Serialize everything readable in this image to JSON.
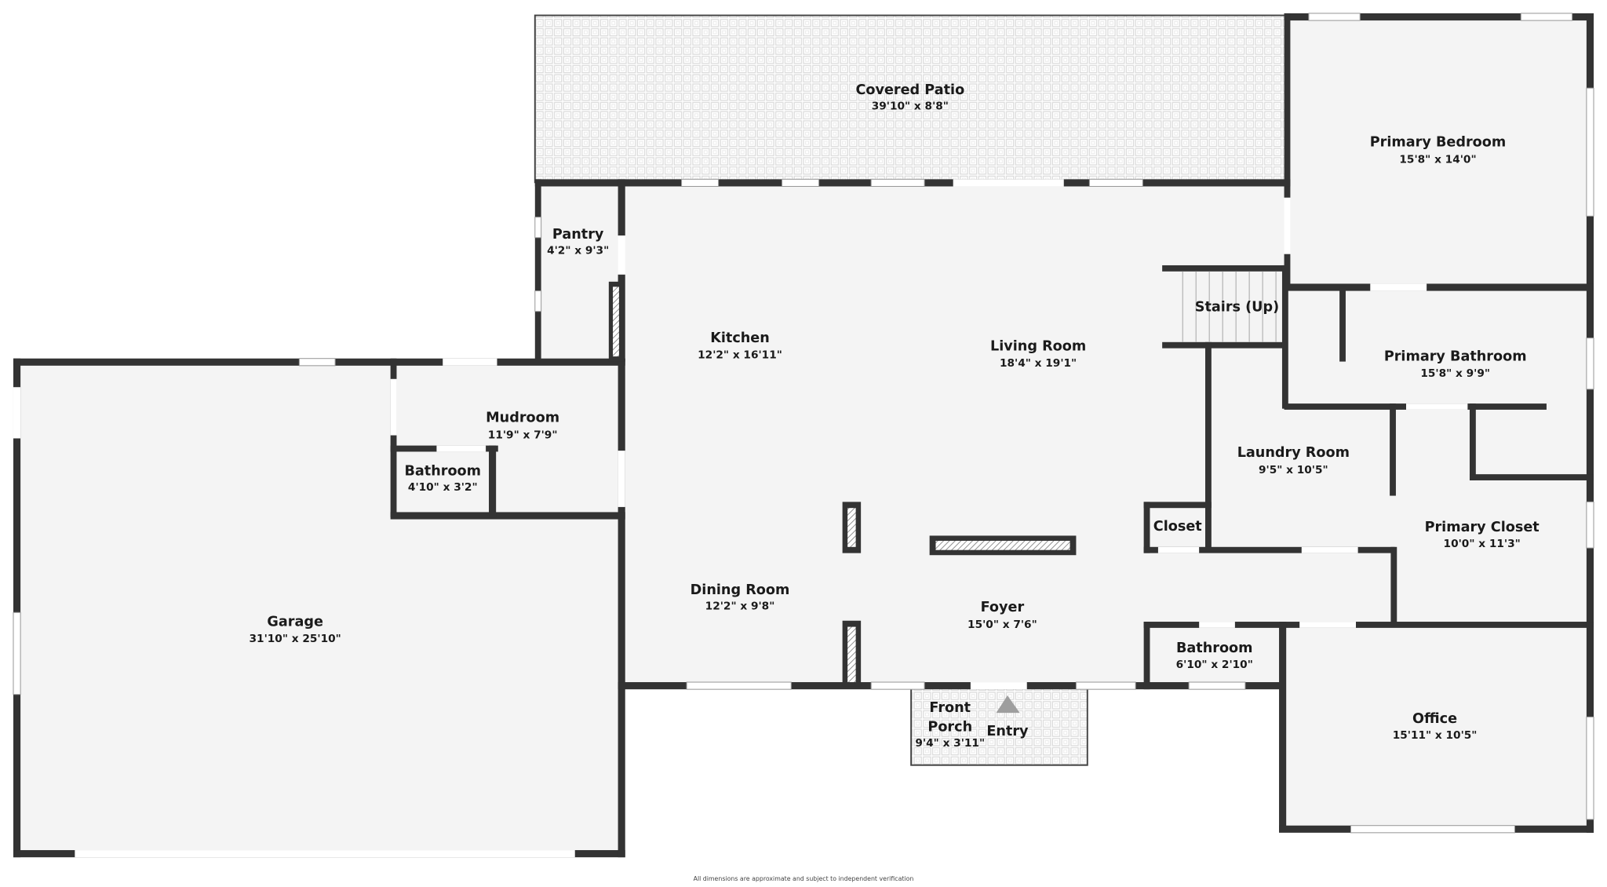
{
  "plan": {
    "colors": {
      "wall": "#333333",
      "floor": "#f4f4f4",
      "background": "#ffffff",
      "entry_arrow": "#9e9e9e"
    },
    "rooms": [
      {
        "id": "covered_patio",
        "name": "Covered Patio",
        "dims": "39'10\" x 8'8\""
      },
      {
        "id": "primary_bedroom",
        "name": "Primary Bedroom",
        "dims": "15'8\" x 14'0\""
      },
      {
        "id": "pantry",
        "name": "Pantry",
        "dims": "4'2\" x 9'3\""
      },
      {
        "id": "kitchen",
        "name": "Kitchen",
        "dims": "12'2\" x 16'11\""
      },
      {
        "id": "living_room",
        "name": "Living Room",
        "dims": "18'4\" x 19'1\""
      },
      {
        "id": "stairs",
        "name": "Stairs (Up)",
        "dims": ""
      },
      {
        "id": "primary_bathroom",
        "name": "Primary Bathroom",
        "dims": "15'8\" x 9'9\""
      },
      {
        "id": "mudroom",
        "name": "Mudroom",
        "dims": "11'9\" x 7'9\""
      },
      {
        "id": "bathroom_mud",
        "name": "Bathroom",
        "dims": "4'10\" x 3'2\""
      },
      {
        "id": "laundry_room",
        "name": "Laundry Room",
        "dims": "9'5\" x 10'5\""
      },
      {
        "id": "closet",
        "name": "Closet",
        "dims": ""
      },
      {
        "id": "primary_closet",
        "name": "Primary Closet",
        "dims": "10'0\" x 11'3\""
      },
      {
        "id": "garage",
        "name": "Garage",
        "dims": "31'10\" x 25'10\""
      },
      {
        "id": "dining_room",
        "name": "Dining Room",
        "dims": "12'2\" x 9'8\""
      },
      {
        "id": "foyer",
        "name": "Foyer",
        "dims": "15'0\" x 7'6\""
      },
      {
        "id": "bathroom_foyer",
        "name": "Bathroom",
        "dims": "6'10\" x 2'10\""
      },
      {
        "id": "office",
        "name": "Office",
        "dims": "15'11\" x 10'5\""
      },
      {
        "id": "front_porch",
        "name": "Front Porch",
        "name_line1": "Front",
        "name_line2": "Porch",
        "dims": "9'4\" x 3'11\""
      }
    ],
    "entry_label": "Entry",
    "entry_icon": "triangle-up-arrow",
    "disclaimer": "All dimensions are approximate and subject to independent verification"
  }
}
